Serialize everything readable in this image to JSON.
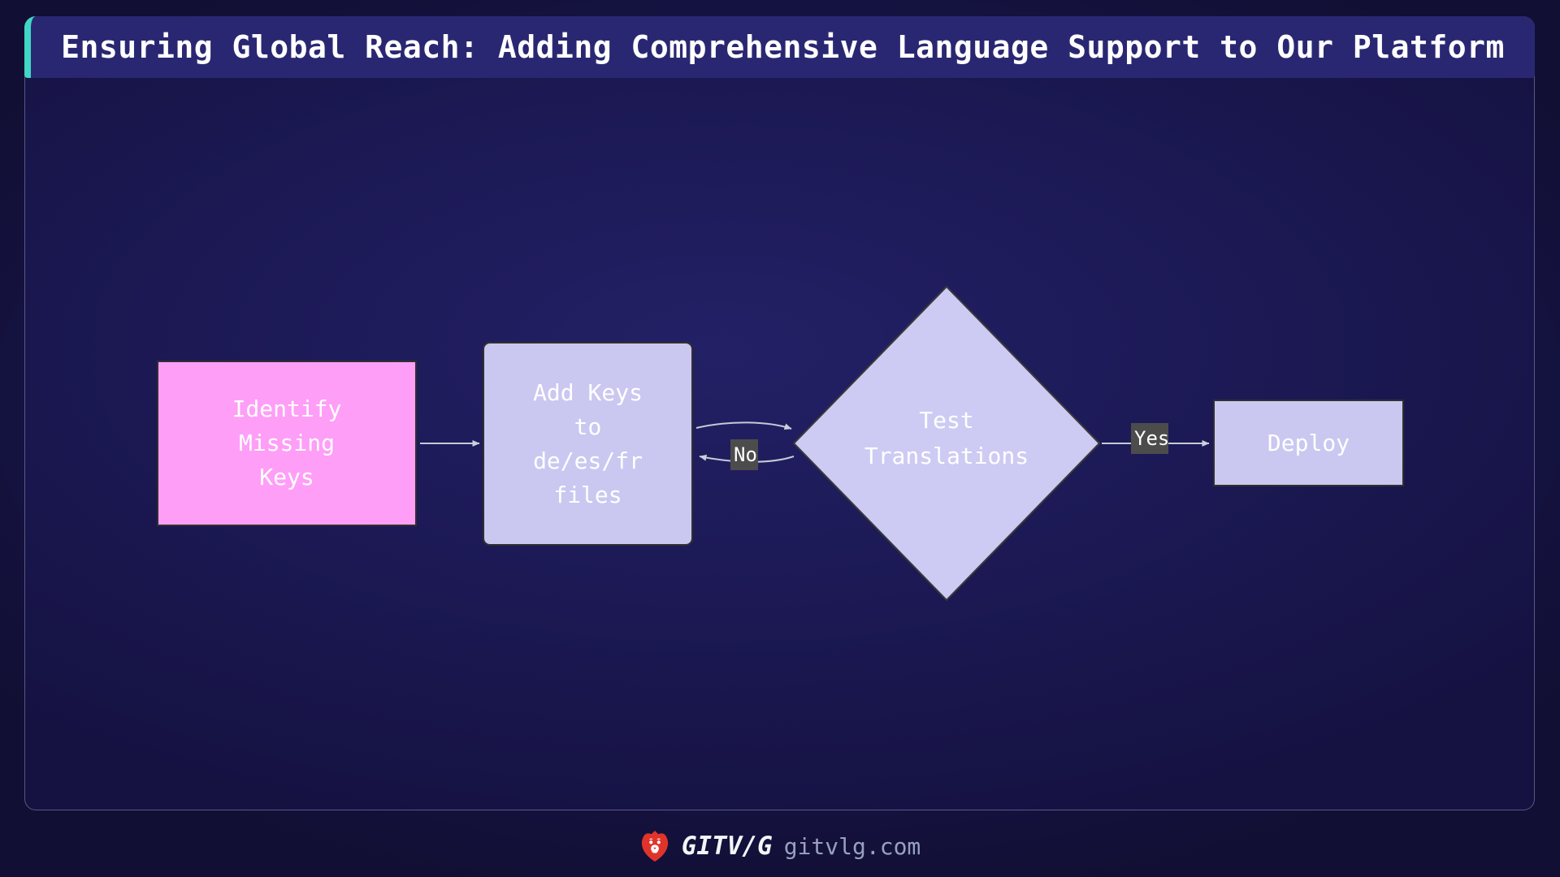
{
  "header": {
    "title": "Ensuring Global Reach: Adding Comprehensive Language Support to Our Platform"
  },
  "flowchart": {
    "nodes": {
      "identify": {
        "lines": [
          "Identify",
          "Missing",
          "Keys"
        ],
        "fill": "#fe9ef7"
      },
      "add_keys": {
        "lines": [
          "Add Keys",
          "to",
          "de/es/fr",
          "files"
        ],
        "fill": "#cac8f0"
      },
      "decision": {
        "lines": [
          "Test",
          "Translations"
        ],
        "fill": "#cdcbf3"
      },
      "deploy": {
        "label": "Deploy",
        "fill": "#cac8f0"
      }
    },
    "edge_labels": {
      "yes": "Yes",
      "no": "No"
    }
  },
  "footer": {
    "brand": "GITV/G",
    "url": "gitvlg.com",
    "logo_icon": "lion-icon",
    "brand_color": "#e0342b"
  },
  "colors": {
    "accent_teal": "#41d6c6",
    "title_bar_bg": "#2a2772",
    "node_border": "#303030",
    "arrow": "#c7cad6",
    "edge_label_bg": "#4c4c4c",
    "background": "#1a174e"
  }
}
